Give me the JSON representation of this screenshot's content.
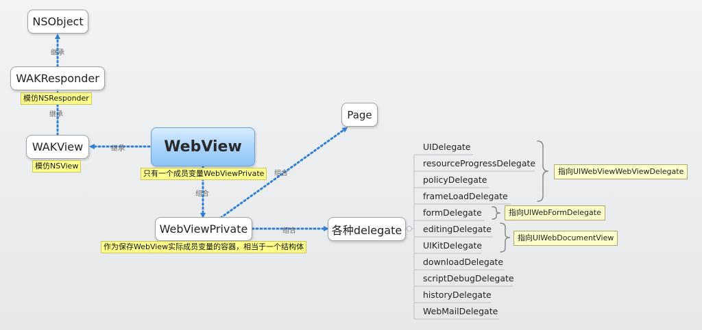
{
  "nodes": {
    "nsobject": "NSObject",
    "wakresponder": "WAKResponder",
    "wakview": "WAKView",
    "webview": "WebView",
    "webviewprivate": "WebViewPrivate",
    "page": "Page",
    "delegates": "各种delegate"
  },
  "notes": {
    "wakresponder": "模仿NSResponder",
    "wakview": "模仿NSView",
    "webview": "只有一个成员变量WebViewPrivate",
    "webviewprivate": "作为保存WebView实际成员变量的容器，相当于一个结构体"
  },
  "edge_labels": {
    "inherit_responder": "继承",
    "inherit_wakview": "继承",
    "inherit_webview": "继承",
    "compose_private": "组合",
    "compose_page": "组合",
    "compose_delegates": "组合"
  },
  "delegate_items": [
    "UIDelegate",
    "resourceProgressDelegate",
    "policyDelegate",
    "frameLoadDelegate",
    "formDelegate",
    "editingDelegate",
    "UIKitDelegate",
    "downloadDelegate",
    "scriptDebugDelegate",
    "historyDelegate",
    "WebMailDelegate"
  ],
  "brace_notes": {
    "webviewdelegate": "指向UIWebViewWebViewDelegate",
    "webformdelegate": "指向UIWebFormDelegate",
    "webdocumentview": "指向UIWebDocumentView"
  },
  "colors": {
    "connector": "#2f7fd6",
    "note_bg": "#ffff8c",
    "main_node": "#a9d3fb"
  }
}
